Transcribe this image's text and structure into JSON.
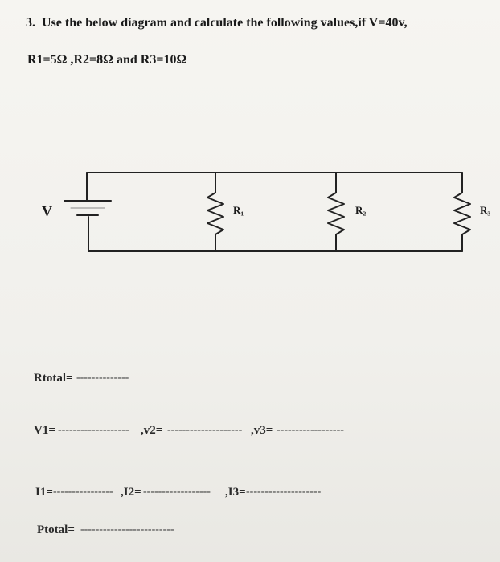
{
  "question": {
    "number": "3.",
    "line1": "Use the below diagram and calculate the following values,if V=40v,",
    "line2": "R1=5Ω ,R2=8Ω and R3=10Ω"
  },
  "circuit": {
    "source_label": "V",
    "resistors": [
      {
        "label": "R₁"
      },
      {
        "label": "R₂"
      },
      {
        "label": "R₃"
      }
    ]
  },
  "answers": {
    "rtotal": "Rtotal=",
    "rtotal_blank": "--------------",
    "v1": "V1=",
    "v1_blank": "-------------------",
    "v2": ",v2=",
    "v2_blank": "--------------------",
    "v3": ",v3=",
    "v3_blank": "------------------",
    "i1": "I1=",
    "i1_blank": "----------------",
    "i2": ",I2=",
    "i2_blank": "------------------",
    "i3": ",I3=",
    "i3_blank": "--------------------",
    "ptotal": "Ptotal=",
    "ptotal_blank": "-------------------------"
  }
}
